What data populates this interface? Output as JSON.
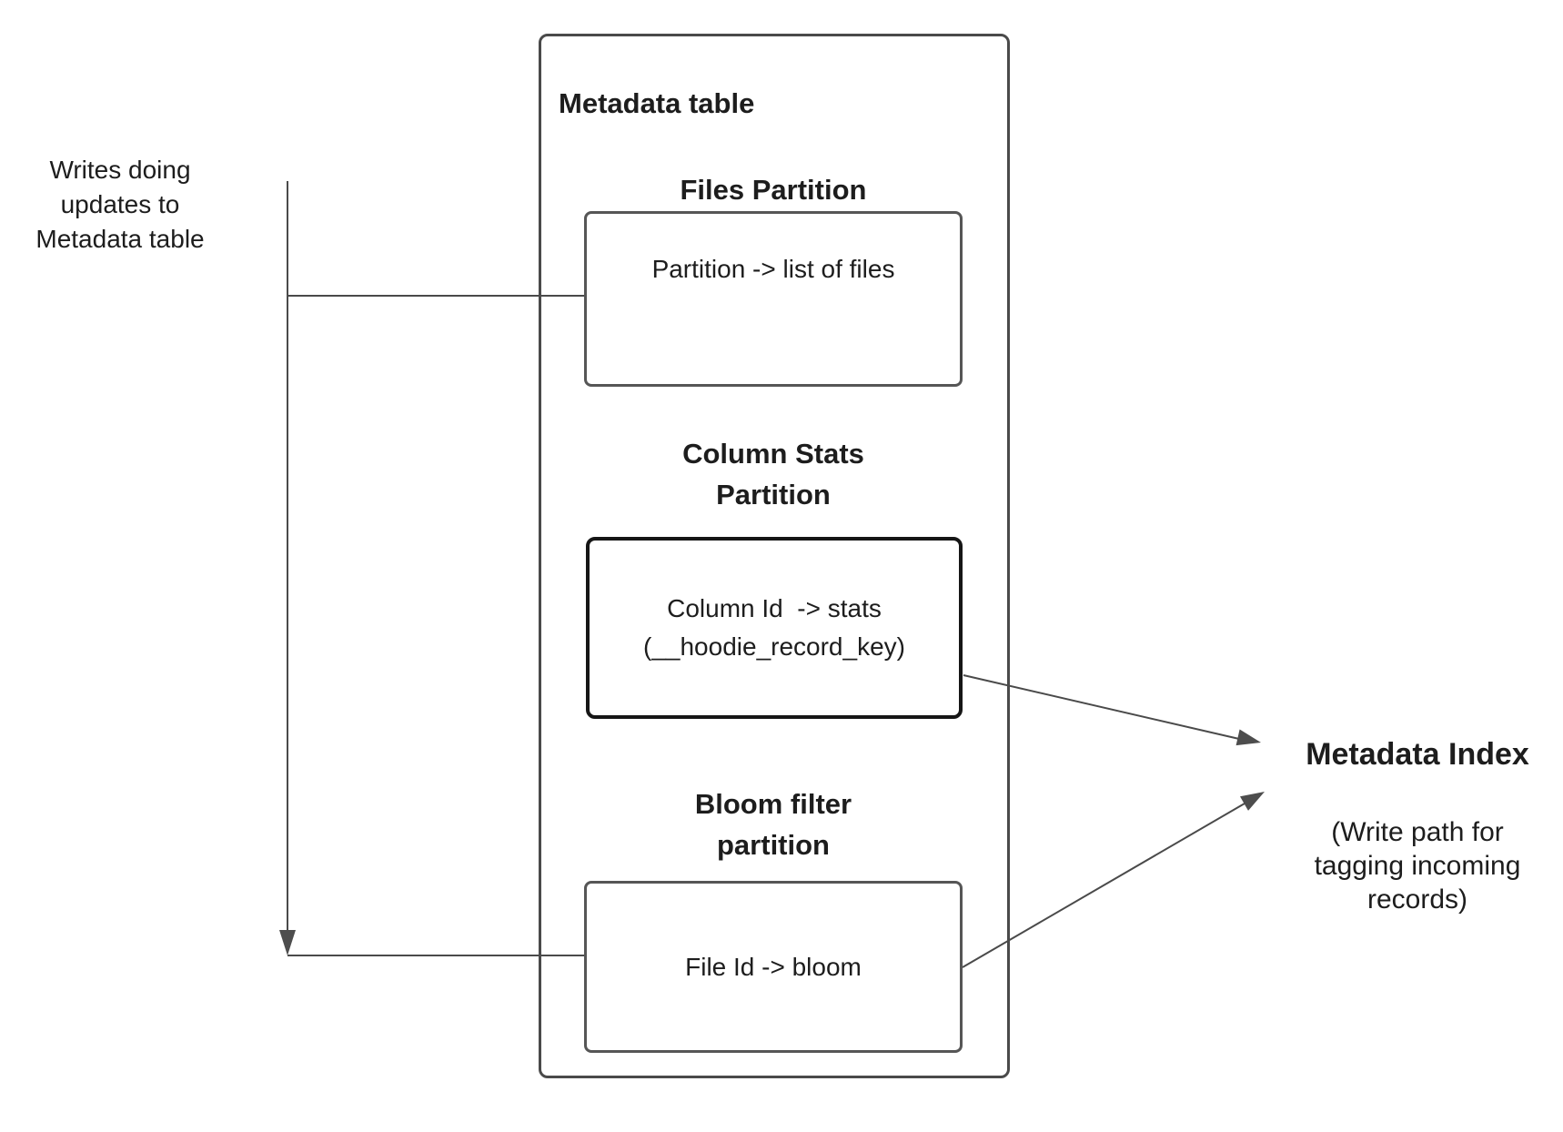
{
  "left_note": {
    "text": "Writes doing\nupdates to\nMetadata table"
  },
  "metadata_table": {
    "title": "Metadata table",
    "sections": [
      {
        "heading": "Files Partition",
        "box_label": "Partition -> list of files"
      },
      {
        "heading": "Column Stats\nPartition",
        "box_label": "Column Id  -> stats\n(__hoodie_record_key)"
      },
      {
        "heading": "Bloom filter\npartition",
        "box_label": "File Id -> bloom"
      }
    ]
  },
  "metadata_index": {
    "title": "Metadata Index",
    "subtitle": "(Write path for\ntagging incoming\nrecords)"
  },
  "colors": {
    "connector_line": "#4a4a4a",
    "arrowhead_fill": "#4d4d4d",
    "box_border": "#565656",
    "emphasis_box_border": "#161616",
    "text": "#1d1d1d",
    "background": "#ffffff"
  }
}
